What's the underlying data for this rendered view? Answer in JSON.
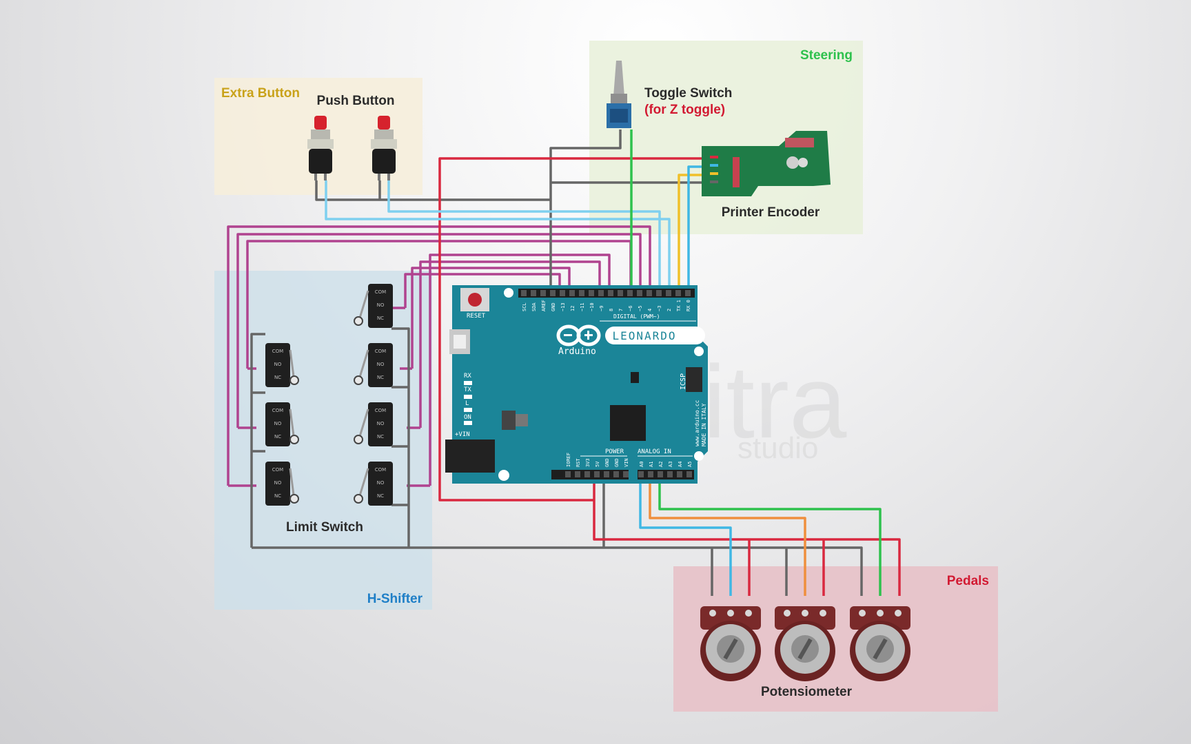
{
  "zones": {
    "extra_button": {
      "label": "Extra Button",
      "color": "#c9a21a"
    },
    "steering": {
      "label": "Steering",
      "color": "#2ec14d"
    },
    "h_shifter": {
      "label": "H-Shifter",
      "color": "#1f7fc7"
    },
    "pedals": {
      "label": "Pedals",
      "color": "#d21a32"
    }
  },
  "components": {
    "push_button": "Push Button",
    "toggle_switch": "Toggle Switch",
    "toggle_note": "(for Z toggle)",
    "printer_encoder": "Printer Encoder",
    "limit_switch": "Limit Switch",
    "potentiometer": "Potensiometer"
  },
  "board": {
    "brand": "Arduino",
    "model": "LEONARDO",
    "reset": "RESET",
    "digital": "DIGITAL (PWM~)",
    "power": "POWER",
    "analog": "ANALOG IN",
    "icsp": "ICSP",
    "made_in": "www.arduino.cc",
    "made_in2": "MADE IN ITALY",
    "vin": "+VIN",
    "rx": "RX",
    "tx": "TX",
    "l": "L",
    "on": "ON",
    "top_pins": [
      "SCL",
      "SDA",
      "AREF",
      "GND",
      "~13",
      "12",
      "~11",
      "~10",
      "~9",
      "8",
      "7",
      "~6",
      "~5",
      "4",
      "~3",
      "2",
      "TX 1",
      "RX 0"
    ],
    "power_pins": [
      "IOREF",
      "RST",
      "3V3",
      "5V",
      "GND",
      "GND",
      "VIN"
    ],
    "analog_pins": [
      "A0",
      "A1",
      "A2",
      "A3",
      "A4",
      "A5"
    ]
  },
  "switch_pins": {
    "com": "COM",
    "no": "NO",
    "nc": "NC"
  },
  "watermark": {
    "main": "itra",
    "sub": "studio"
  },
  "colors": {
    "red_wire": "#d9283f",
    "gray_wire": "#666666",
    "blue_wire": "#7fd0ef",
    "magenta_wire": "#b0438f",
    "green_wire": "#2ec14d",
    "yellow_wire": "#f0c02a",
    "orange_wire": "#ef8f3e",
    "teal_wire": "#3fb7e4",
    "board_teal": "#1b8598"
  }
}
